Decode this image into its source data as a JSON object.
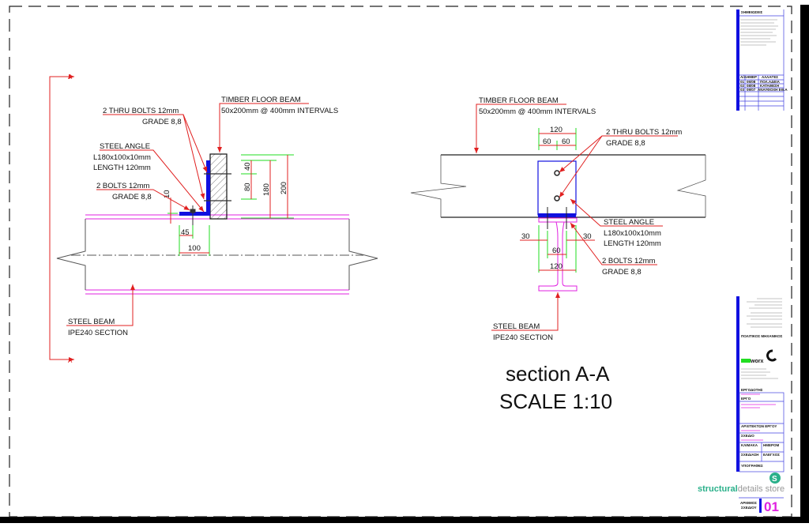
{
  "left_section": {
    "section_marker": "A",
    "timber_title": "TIMBER FLOOR BEAM",
    "timber_spec": "50x200mm @ 400mm INTERVALS",
    "thru_bolts_title": "2 THRU BOLTS 12mm",
    "thru_bolts_grade": "GRADE 8,8",
    "angle_title": "STEEL ANGLE",
    "angle_size": "L180x100x10mm",
    "angle_length": "LENGTH 120mm",
    "bolts_title": "2 BOLTS 12mm",
    "bolts_grade": "GRADE 8,8",
    "steel_beam_title": "STEEL BEAM",
    "steel_beam_section": "IPE240 SECTION",
    "dims": {
      "d10": "10",
      "d40": "40",
      "d80": "80",
      "d180": "180",
      "d200": "200",
      "d45": "45",
      "d100": "100"
    }
  },
  "right_section": {
    "timber_title": "TIMBER FLOOR BEAM",
    "timber_spec": "50x200mm @ 400mm INTERVALS",
    "thru_bolts_title": "2 THRU BOLTS 12mm",
    "thru_bolts_grade": "GRADE 8,8",
    "angle_title": "STEEL ANGLE",
    "angle_size": "L180x100x10mm",
    "angle_length": "LENGTH 120mm",
    "bolts_title": "2 BOLTS 12mm",
    "bolts_grade": "GRADE 8,8",
    "steel_beam_title": "STEEL BEAM",
    "steel_beam_section": "IPE240 SECTION",
    "dims": {
      "top120": "120",
      "top60a": "60",
      "top60b": "60",
      "left30": "30",
      "right30": "30",
      "mid60": "60",
      "bot120": "120"
    }
  },
  "caption": {
    "title": "section A-A",
    "scale": "SCALE 1:10"
  },
  "title_block": {
    "notes_heading": "ΣΗΜΕΙΩΣΕΙΣ",
    "revisions_headers": [
      "Α/Α",
      "ΗΜΕΡ",
      "ΑΛΛΑΓΕΣ"
    ],
    "revisions": [
      [
        "01",
        "05/08",
        "ΠΟΛ.ΑΔΕΙΑ"
      ],
      [
        "02",
        "08/08",
        "ΚΑΤΑΘΕΣΗ"
      ],
      [
        "03",
        "09/07",
        "ΑΝΑΥΘΟΧΗ ΕΘ.Α"
      ]
    ],
    "engineer_label": "ΠΟΛΙΤΙΚΟΣ ΜΗΧΑΝΙΚΟΣ",
    "logo_text": "worx",
    "client_label": "ΕΡΓΟΔΟΤΗΣ",
    "project_label": "ΕΡΓΟ",
    "architect_label": "ΑΡΧΙΤΕΚΤΩΝ ΕΡΓΟΥ",
    "drawing_label": "ΣΧΕΔΙΟ",
    "scale_label": "ΚΛΙΜΑΚΑ",
    "date_label": "ΗΜΕΡΟΜ",
    "drawn_label": "ΣΧΕΔΙΑΣΗ",
    "checked_label": "ΕΛΕΓΧΟΣ",
    "signatures_label": "ΥΠΟΓΡΑΦΕΣ",
    "drawing_no_label_1": "ΑΡΙΘΜΟΣ",
    "drawing_no_label_2": "ΣΧΕΔΙΟΥ",
    "drawing_no": "01",
    "brand_bold": "structural",
    "brand_light": "details store",
    "brand_mark": "S"
  },
  "colors": {
    "red": "#e02020",
    "green": "#22dd22",
    "blue": "#1010e0",
    "magenta": "#e020e0"
  }
}
